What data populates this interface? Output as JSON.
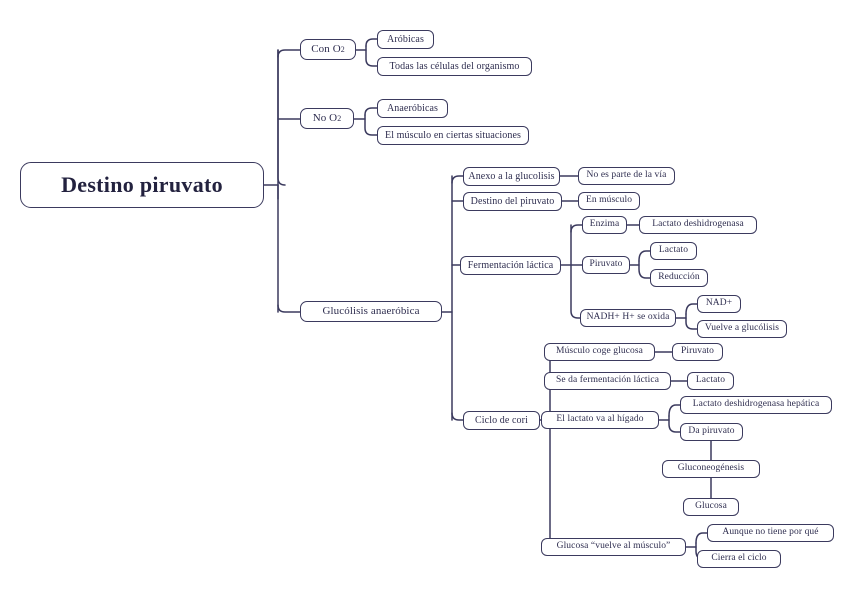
{
  "diagram": {
    "type": "mind-map",
    "title": "Destino piruvato",
    "colors": {
      "background": "#ffffff",
      "node_border": "#3b3a5e",
      "node_fill": "#ffffff",
      "text": "#2e2d4f",
      "root_text": "#23223f",
      "connector": "#3b3a5e"
    }
  },
  "nodes": {
    "root": "Destino piruvato",
    "con_o2": "Con O",
    "con_o2_sub": "2",
    "aerobicas": "Aróbicas",
    "todas_celulas": "Todas las células del organismo",
    "no_o2": "No O",
    "no_o2_sub": "2",
    "anaerobicas": "Anaeróbicas",
    "musculo_situaciones": "El músculo en ciertas situaciones",
    "glucolisis_anaerobica": "Glucólisis anaeróbica",
    "anexo_glucolisis": "Anexo a la glucolisis",
    "no_es_parte": "No es parte de la vía",
    "destino_piruvato_sub": "Destino del piruvato",
    "en_musculo": "En músculo",
    "fermentacion_lactica": "Fermentación láctica",
    "enzima": "Enzima",
    "lactato_deshidrogenasa": "Lactato deshidrogenasa",
    "piruvato": "Piruvato",
    "lactato": "Lactato",
    "reduccion": "Reducción",
    "nadh_se_oxida": "NADH+ H+ se oxida",
    "nad_mas": "NAD+",
    "vuelve_glucolisis": "Vuelve a glucólisis",
    "ciclo_cori": "Ciclo de cori",
    "musculo_coge_glucosa": "Músculo coge glucosa",
    "piruvato_cori": "Piruvato",
    "se_da_fermentacion": "Se da fermentación láctica",
    "lactato_cori": "Lactato",
    "lactato_higado": "El lactato va al hígado",
    "ldh_hepatica": "Lactato deshidrogenasa hepática",
    "da_piruvato": "Da piruvato",
    "gluconeogenesis": "Gluconeogénesis",
    "glucosa": "Glucosa",
    "glucosa_vuelve": "Glucosa “vuelve al músculo”",
    "aunque_no_tiene": "Aunque no tiene por qué",
    "cierra_ciclo": "Cierra el ciclo"
  }
}
